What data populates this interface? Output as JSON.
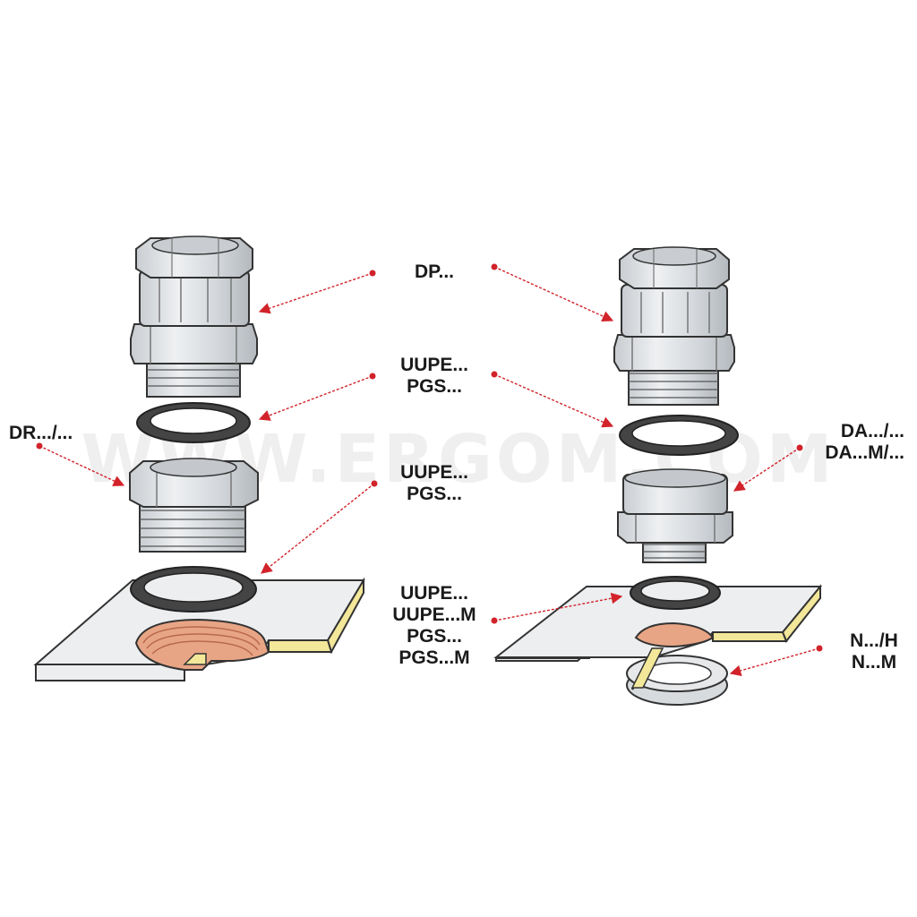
{
  "watermark": "WWW.ERGOM.COM",
  "colors": {
    "leader": "#d2232a",
    "metal": "#dcdfe2",
    "metal_shade": "#b9bec3",
    "ring": "#4a4a4a",
    "plate": "#eceef0",
    "plate_edge": "#f3e79a",
    "thread": "#e8a585"
  },
  "labels": {
    "dp": [
      "DP..."
    ],
    "uupe_pgs_top": [
      "UUPE...",
      "PGS..."
    ],
    "uupe_pgs_mid": [
      "UUPE...",
      "PGS..."
    ],
    "uupe_bottom": [
      "UUPE...",
      "UUPE...M",
      "PGS...",
      "PGS...M"
    ],
    "dr": [
      "DR.../..."
    ],
    "da": [
      "DA.../...",
      "DA...M/..."
    ],
    "n": [
      "N.../H",
      "N...M"
    ]
  }
}
